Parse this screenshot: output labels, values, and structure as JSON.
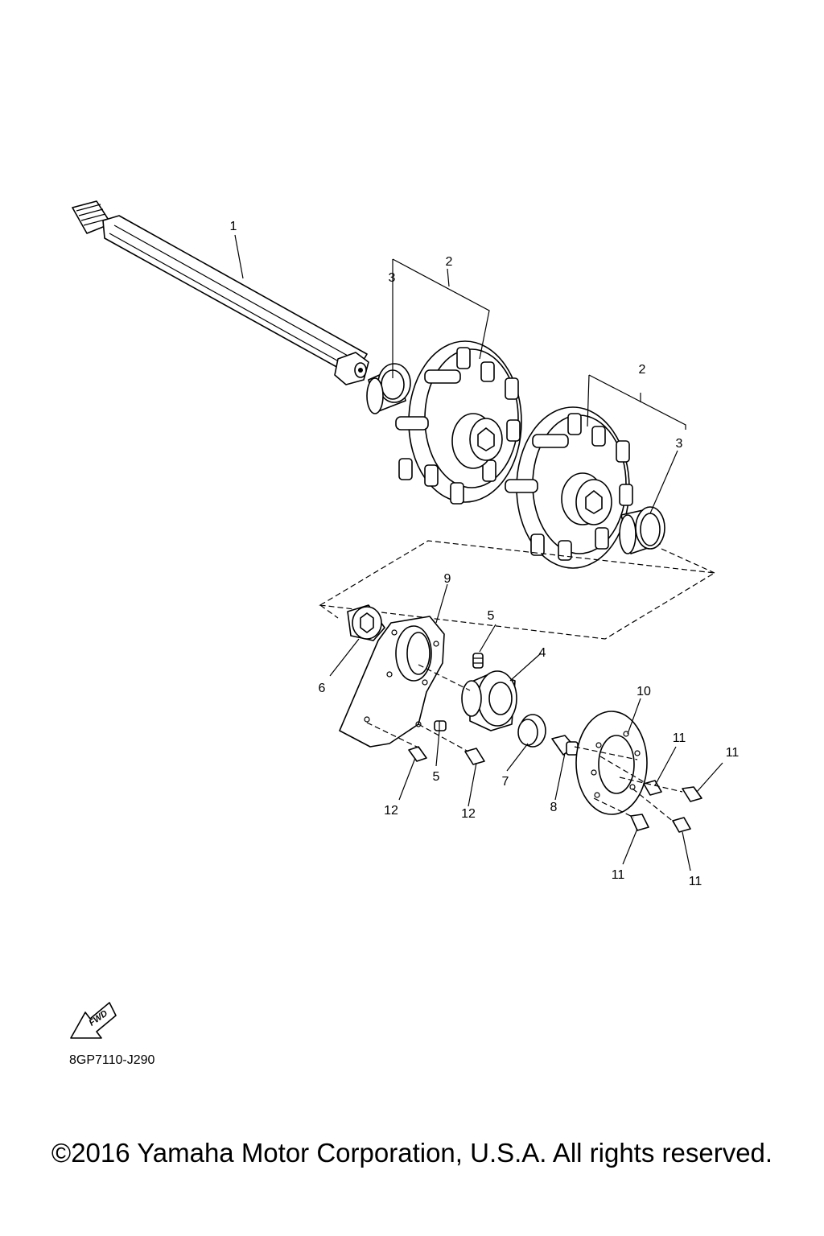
{
  "diagram": {
    "callouts": {
      "c1": "1",
      "c2a": "2",
      "c3a": "3",
      "c2b": "2",
      "c3b": "3",
      "c4": "4",
      "c5a": "5",
      "c5b": "5",
      "c6": "6",
      "c7": "7",
      "c8": "8",
      "c9": "9",
      "c10": "10",
      "c11a": "11",
      "c11b": "11",
      "c11c": "11",
      "c11d": "11",
      "c12a": "12",
      "c12b": "12"
    },
    "fwd_label": "FWD",
    "code": "8GP7110-J290"
  },
  "footer": {
    "copyright": "©2016 Yamaha Motor Corporation, U.S.A. All rights reserved."
  }
}
